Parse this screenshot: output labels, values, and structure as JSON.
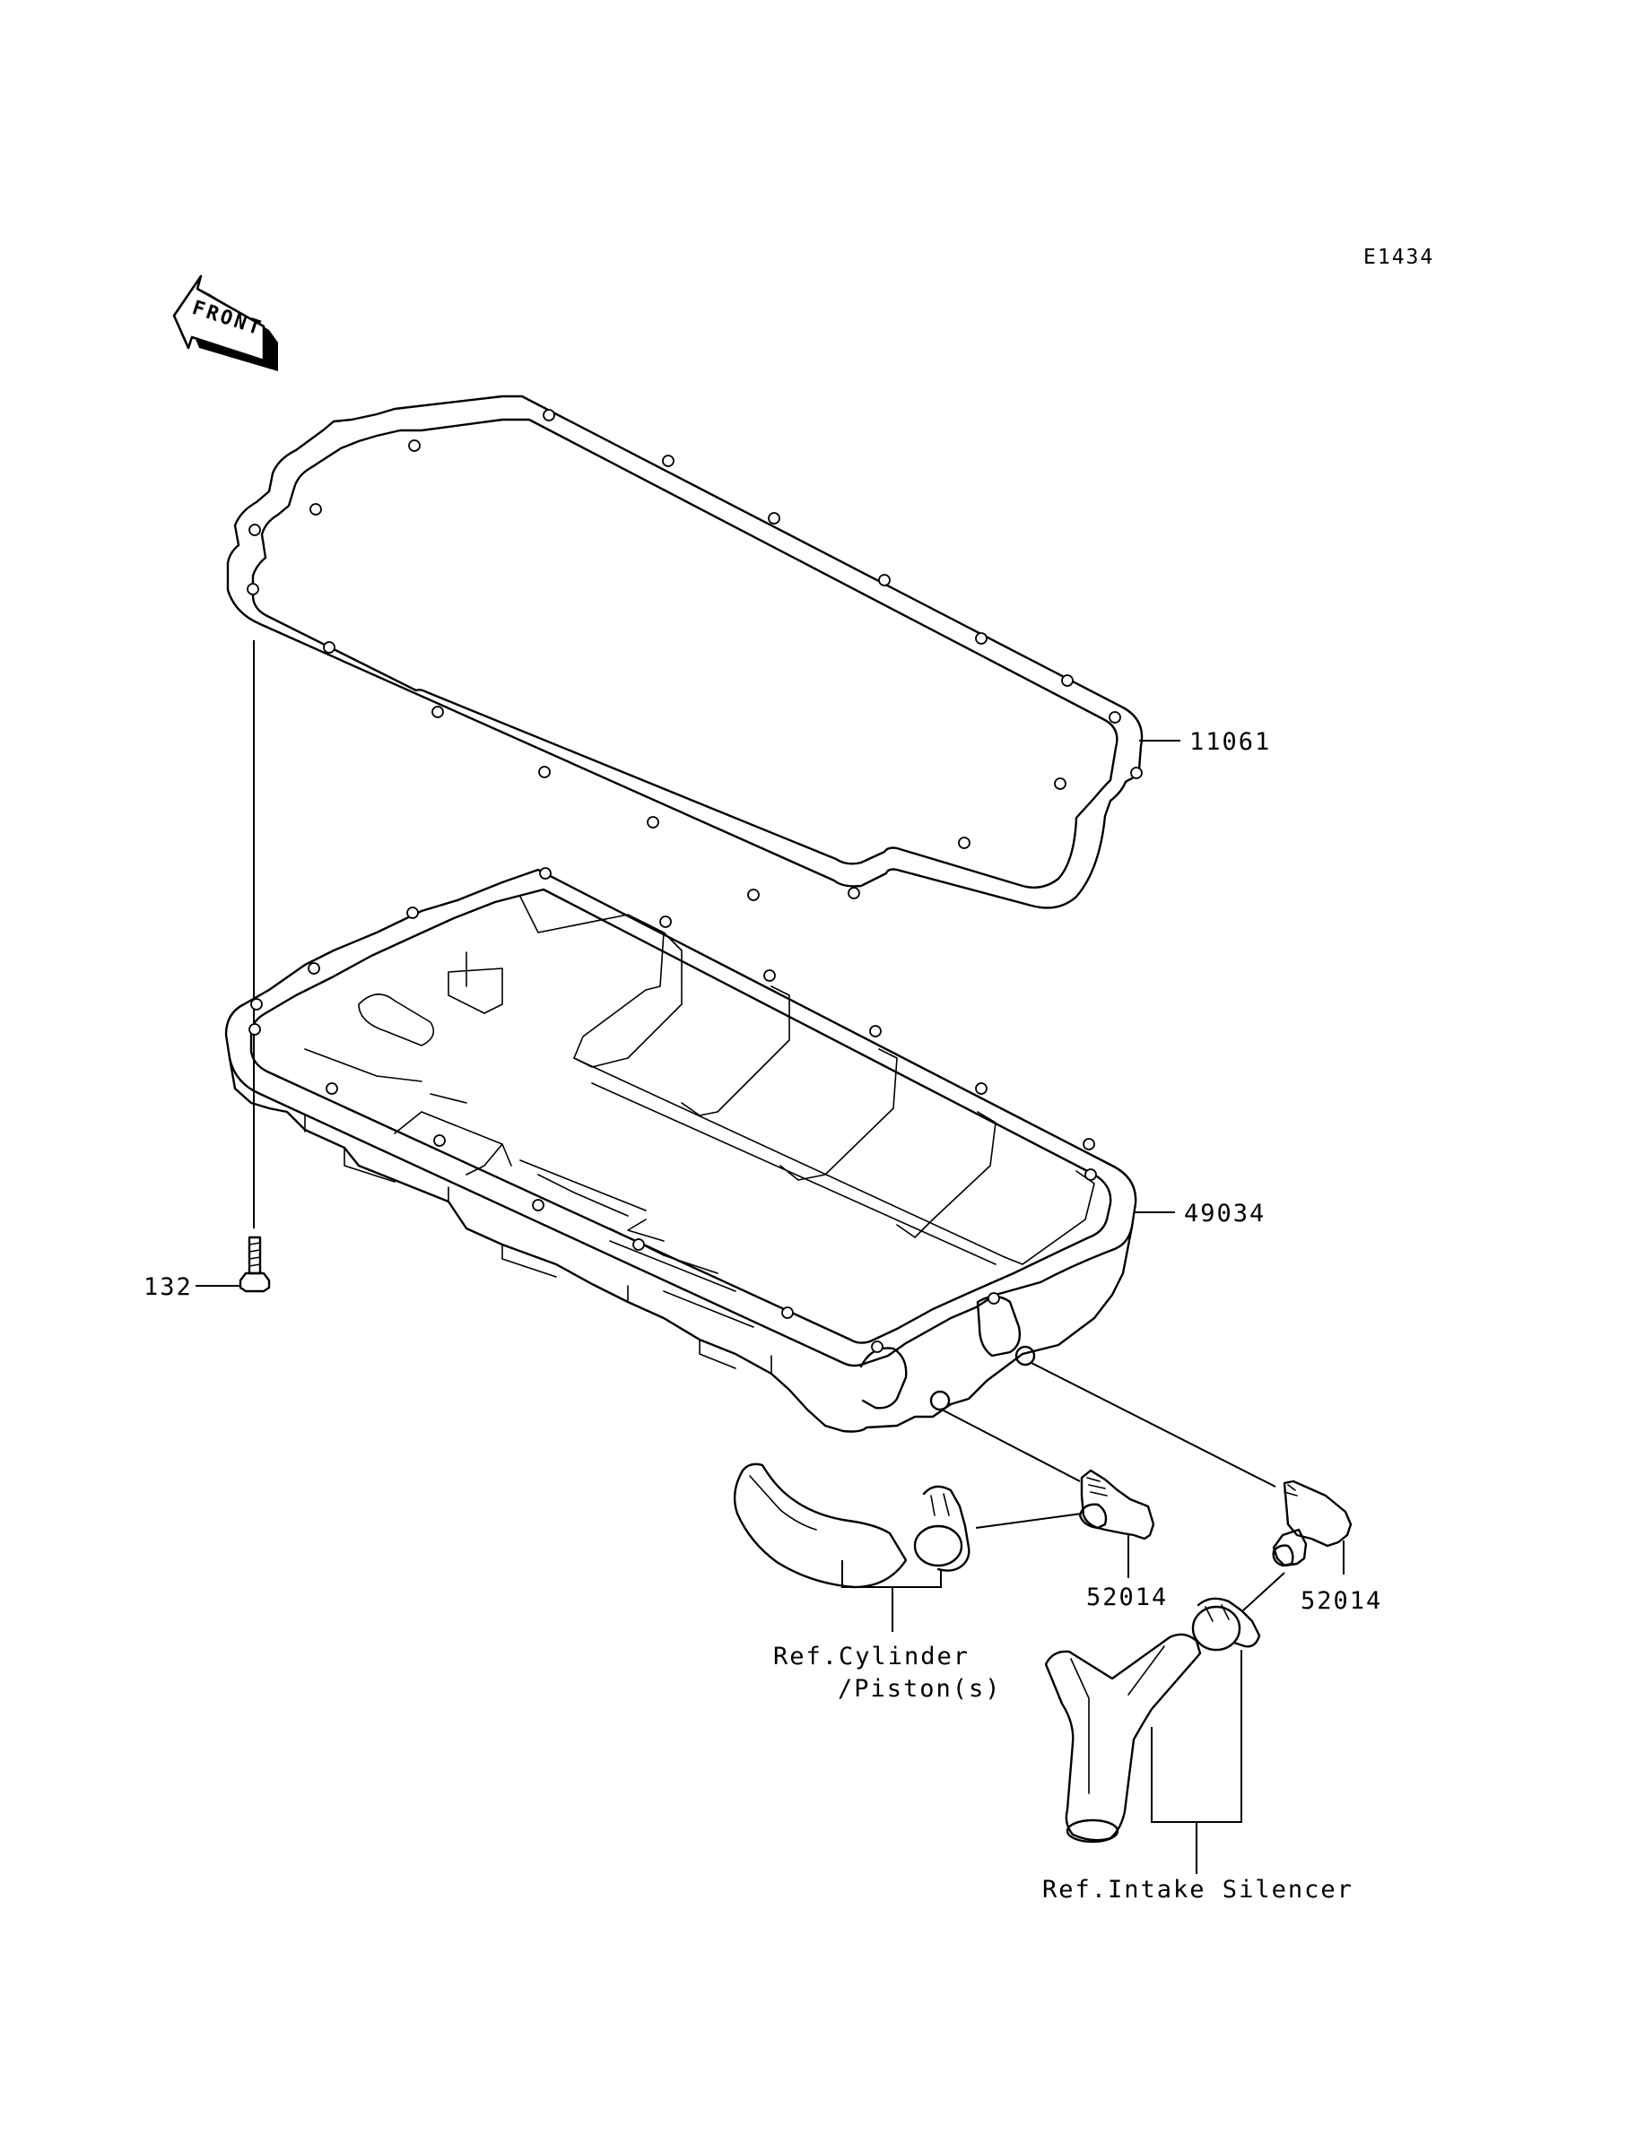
{
  "diagram_code": "E1434",
  "front_label": "FRONT",
  "parts": {
    "gasket": "11061",
    "oil_pan": "49034",
    "bolt": "132",
    "fitting_left": "52014",
    "fitting_right": "52014"
  },
  "references": {
    "cylinder_line1": "Ref.Cylinder",
    "cylinder_line2": "/Piston(s)",
    "intake": "Ref.Intake Silencer"
  }
}
